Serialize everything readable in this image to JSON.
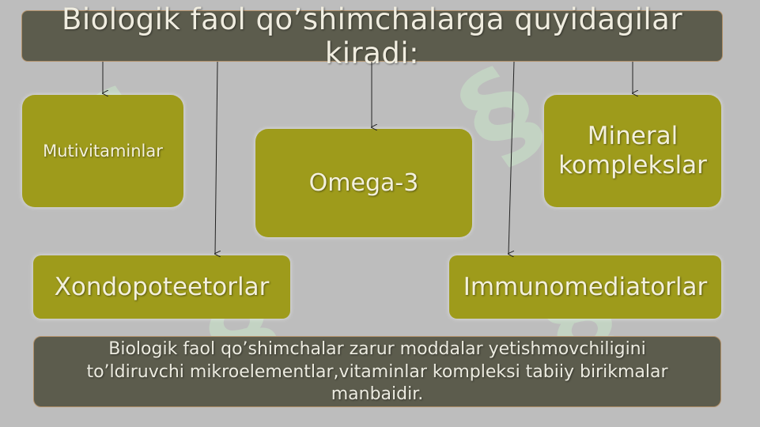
{
  "header": {
    "title": "Biologik faol qo’shimchalarga quyidagilar kiradi:"
  },
  "boxes": [
    {
      "label": "Mutivitaminlar"
    },
    {
      "label": "Omega-3"
    },
    {
      "label": "Mineral komplekslar"
    },
    {
      "label": "Xondopoteetorlar"
    },
    {
      "label": "Immunomediatorlar"
    }
  ],
  "footer": {
    "text": "Biologik faol qo’shimchalar zarur moddalar yetishmovchiligini to’ldiruvchi mikroelementlar,vitaminlar kompleksi tabiiy birikmalar manbaidir."
  },
  "colors": {
    "header_bg": "#5c5c4d",
    "box_bg": "#9e9b1b",
    "background": "#bdbdbd",
    "text": "#f3f0dc"
  }
}
